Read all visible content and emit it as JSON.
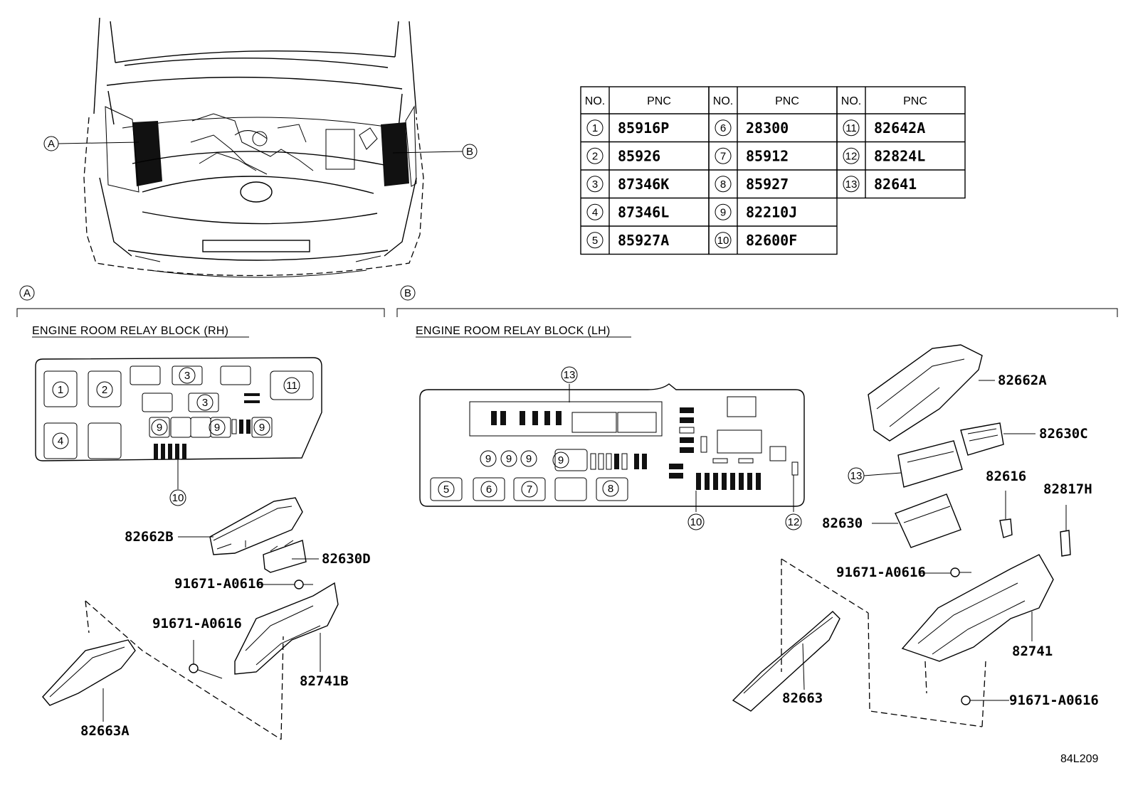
{
  "table": {
    "header": {
      "no": "NO.",
      "pnc": "PNC"
    },
    "columns": [
      [
        {
          "no": "1",
          "pnc": "85916P"
        },
        {
          "no": "2",
          "pnc": "85926"
        },
        {
          "no": "3",
          "pnc": "87346K"
        },
        {
          "no": "4",
          "pnc": "87346L"
        },
        {
          "no": "5",
          "pnc": "85927A"
        }
      ],
      [
        {
          "no": "6",
          "pnc": "28300"
        },
        {
          "no": "7",
          "pnc": "85912"
        },
        {
          "no": "8",
          "pnc": "85927"
        },
        {
          "no": "9",
          "pnc": "82210J"
        },
        {
          "no": "10",
          "pnc": "82600F"
        }
      ],
      [
        {
          "no": "11",
          "pnc": "82642A"
        },
        {
          "no": "12",
          "pnc": "82824L"
        },
        {
          "no": "13",
          "pnc": "82641"
        }
      ]
    ]
  },
  "callouts": {
    "a": "A",
    "b": "B"
  },
  "sections": {
    "rh": {
      "marker": "A",
      "title": "ENGINE ROOM RELAY BLOCK (RH)"
    },
    "lh": {
      "marker": "B",
      "title": "ENGINE ROOM RELAY BLOCK (LH)"
    }
  },
  "rh_block": {
    "items": [
      "1",
      "2",
      "3",
      "3",
      "11",
      "4",
      "9",
      "9",
      "9",
      "10"
    ]
  },
  "lh_block": {
    "items": [
      "13",
      "9",
      "9",
      "9",
      "9",
      "5",
      "6",
      "7",
      "8",
      "10",
      "12"
    ]
  },
  "parts_rh": {
    "p82662B": "82662B",
    "p82630D": "82630D",
    "bolt1": "91671-A0616",
    "bolt2": "91671-A0616",
    "p82741B": "82741B",
    "p82663A": "82663A"
  },
  "parts_lh": {
    "p82662A": "82662A",
    "p82630C": "82630C",
    "p13": "13",
    "p82616": "82616",
    "p82817H": "82817H",
    "p82630": "82630",
    "bolt1": "91671-A0616",
    "p82741": "82741",
    "p82663": "82663",
    "bolt2": "91671-A0616"
  },
  "figure_id": "84L209"
}
